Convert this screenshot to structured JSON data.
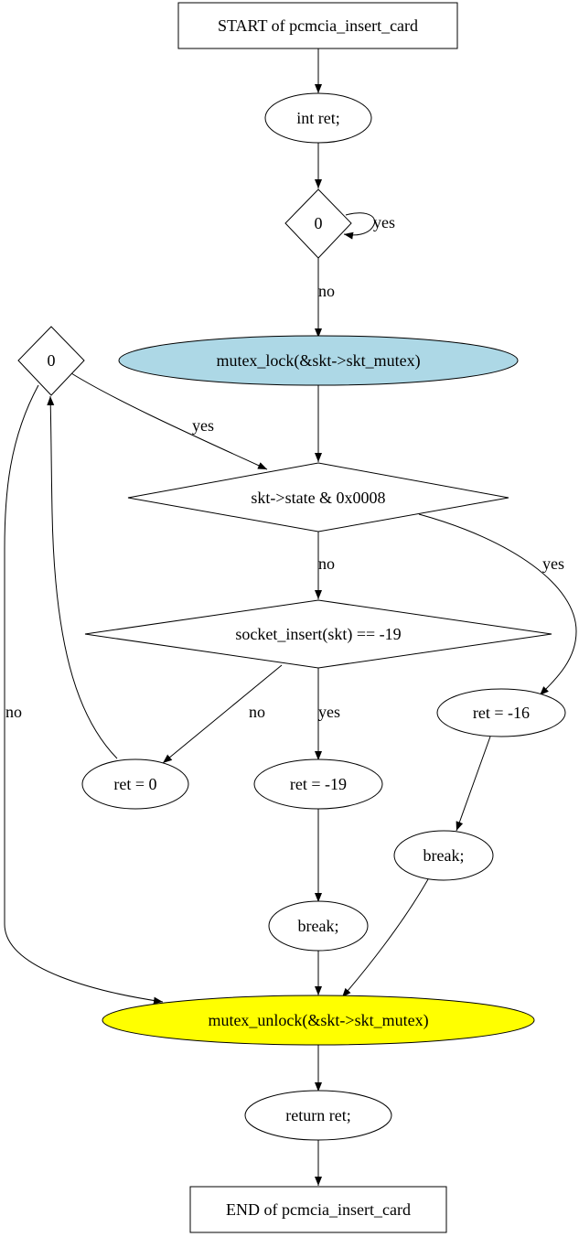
{
  "nodes": {
    "start": "START of pcmcia_insert_card",
    "decl": "int ret;",
    "loop_top": "0",
    "lock": "mutex_lock(&skt->skt_mutex)",
    "loop_side": "0",
    "state_check": "skt->state & 0x0008",
    "insert_check": "socket_insert(skt) == -19",
    "ret_zero": "ret = 0",
    "ret_19": "ret = -19",
    "ret_16": "ret = -16",
    "break_a": "break;",
    "break_b": "break;",
    "unlock": "mutex_unlock(&skt->skt_mutex)",
    "return_ret": "return ret;",
    "end": "END of pcmcia_insert_card"
  },
  "edges": {
    "loop_top_yes": "yes",
    "loop_top_no": "no",
    "loop_side_yes": "yes",
    "loop_side_no": "no",
    "state_no": "no",
    "state_yes": "yes",
    "insert_no": "no",
    "insert_yes": "yes"
  },
  "colors": {
    "lock_fill": "#add8e6",
    "unlock_fill": "#ffff00"
  }
}
